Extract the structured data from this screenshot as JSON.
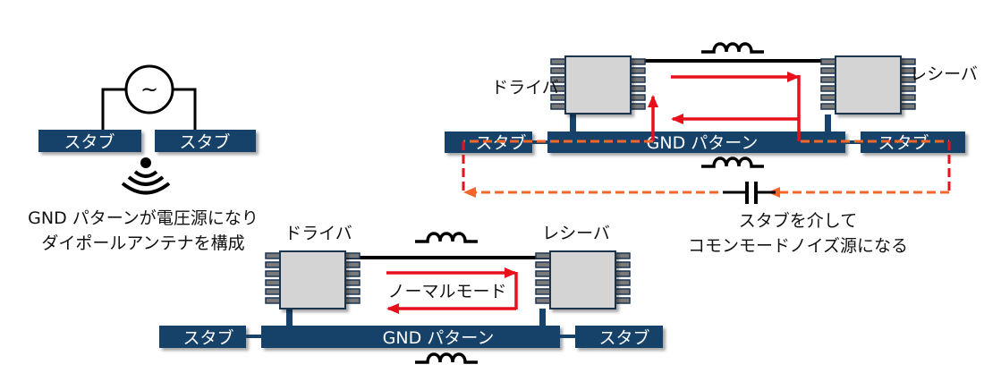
{
  "left_panel": {
    "source_symbol": "~",
    "stub_left": "スタブ",
    "stub_right": "スタブ",
    "caption_line1": "GND パターンが電圧源になり",
    "caption_line2": "ダイポールアンテナを構成"
  },
  "top_right_panel": {
    "driver_label": "ドライバ",
    "receiver_label": "レシーバ",
    "stub_left": "スタブ",
    "stub_right": "スタブ",
    "gnd_label": "GND パターン",
    "caption_line1": "スタブを介して",
    "caption_line2": "コモンモードノイズ源になる"
  },
  "bottom_panel": {
    "driver_label": "ドライバ",
    "receiver_label": "レシーバ",
    "mode_label": "ノーマルモード",
    "stub_left": "スタブ",
    "stub_right": "スタブ",
    "gnd_label": "GND パターン"
  },
  "colors": {
    "pcb_bar": "#17426a",
    "normal_current": "#e8101a",
    "common_current": "#f2662a",
    "chip_body": "#d4d4d4"
  }
}
